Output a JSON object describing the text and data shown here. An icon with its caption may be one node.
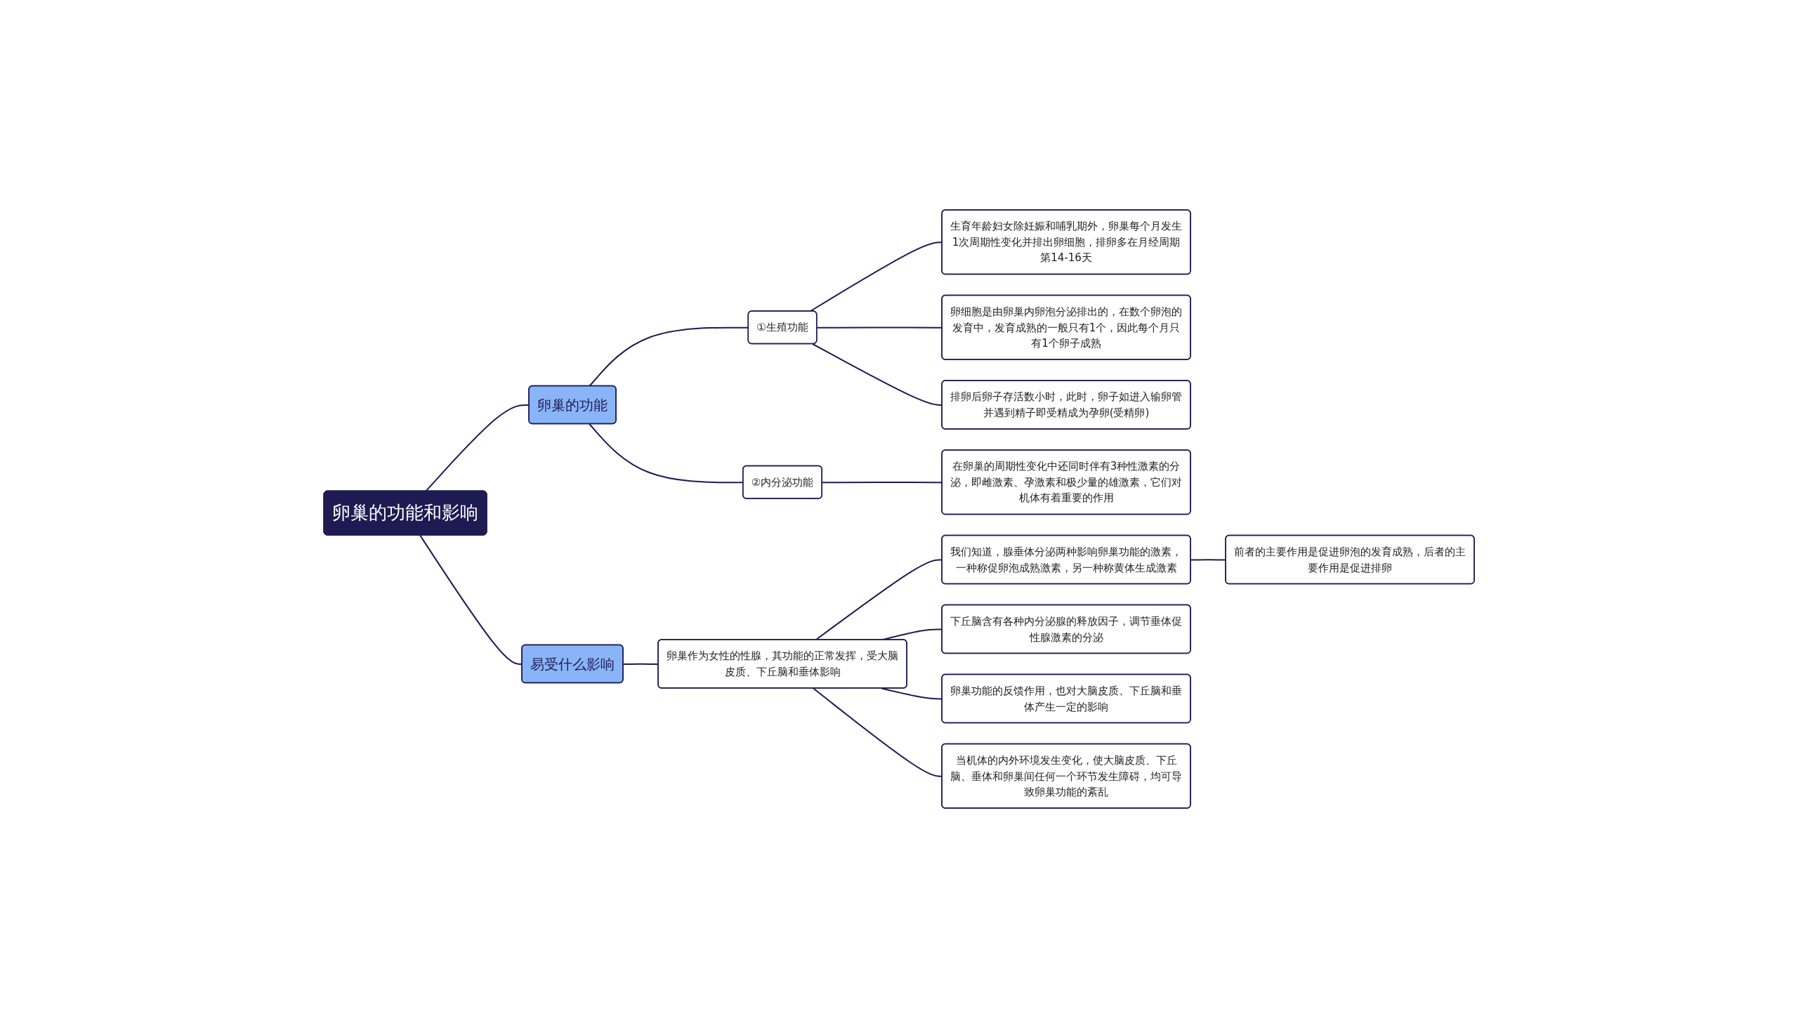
{
  "diagram": {
    "nodes": [
      {
        "text": [
          "卵巢的功能和影响"
        ]
      },
      {
        "text": [
          "卵巢的功能"
        ]
      },
      {
        "text": [
          "①生殖功能"
        ]
      },
      {
        "text": [
          "生育年龄妇女除妊娠和哺乳期外，卵巢每个月发生1次周期性变化并排出卵细胞，排卵多在月经周期第14-16天"
        ]
      },
      {
        "text": [
          "卵细胞是由卵巢内卵泡分泌排出的，在数个卵泡的发育中，发育成熟的一般只有1个，因此每个月只有1个卵子成熟"
        ]
      },
      {
        "text": [
          "排卵后卵子存活数小时，此时，卵子如进入输卵管并遇到精子即受精成为孕卵(受精卵)"
        ]
      },
      {
        "text": [
          "②内分泌功能"
        ]
      },
      {
        "text": [
          "在卵巢的周期性变化中还同时伴有3种性激素的分泌，即雌激素、孕激素和极少量的雄激素，它们对机体有着重要的作用"
        ]
      },
      {
        "text": [
          "易受什么影响"
        ]
      },
      {
        "text": [
          "卵巢作为女性的性腺，其功能的正常发挥，受大脑皮质、下丘脑和垂体影响"
        ]
      },
      {
        "text": [
          "我们知道，腺垂体分泌两种影响卵巢功能的激素，一种称促卵泡成熟激素，另一种称黄体生成激素"
        ]
      },
      {
        "text": [
          "前者的主要作用是促进卵泡的发育成熟，后者的主要作用是促进排卵"
        ]
      },
      {
        "text": [
          "下丘脑含有各种内分泌腺的释放因子，调节垂体促性腺激素的分泌"
        ]
      },
      {
        "text": [
          "卵巢功能的反馈作用，也对大脑皮质、下丘脑和垂体产生一定的影响"
        ]
      },
      {
        "text": [
          "当机体的内外环境发生变化，使大脑皮质、下丘脑、垂体和卵巢间任何一个环节发生障碍，均可导致卵巢功能的紊乱"
        ]
      }
    ],
    "edges": [
      {
        "from": 0,
        "to": 1,
        "arrow": "none"
      },
      {
        "from": 1,
        "to": 2,
        "arrow": "none"
      },
      {
        "from": 2,
        "to": 3,
        "arrow": "none"
      },
      {
        "from": 2,
        "to": 4,
        "arrow": "none"
      },
      {
        "from": 2,
        "to": 5,
        "arrow": "none"
      },
      {
        "from": 1,
        "to": 6,
        "arrow": "none"
      },
      {
        "from": 6,
        "to": 7,
        "arrow": "none"
      },
      {
        "from": 0,
        "to": 8,
        "arrow": "none"
      },
      {
        "from": 8,
        "to": 9,
        "arrow": "none"
      },
      {
        "from": 9,
        "to": 10,
        "arrow": "none"
      },
      {
        "from": 10,
        "to": 11,
        "arrow": "none"
      },
      {
        "from": 9,
        "to": 12,
        "arrow": "none"
      },
      {
        "from": 9,
        "to": 13,
        "arrow": "none"
      },
      {
        "from": 9,
        "to": 14,
        "arrow": "none"
      }
    ]
  }
}
